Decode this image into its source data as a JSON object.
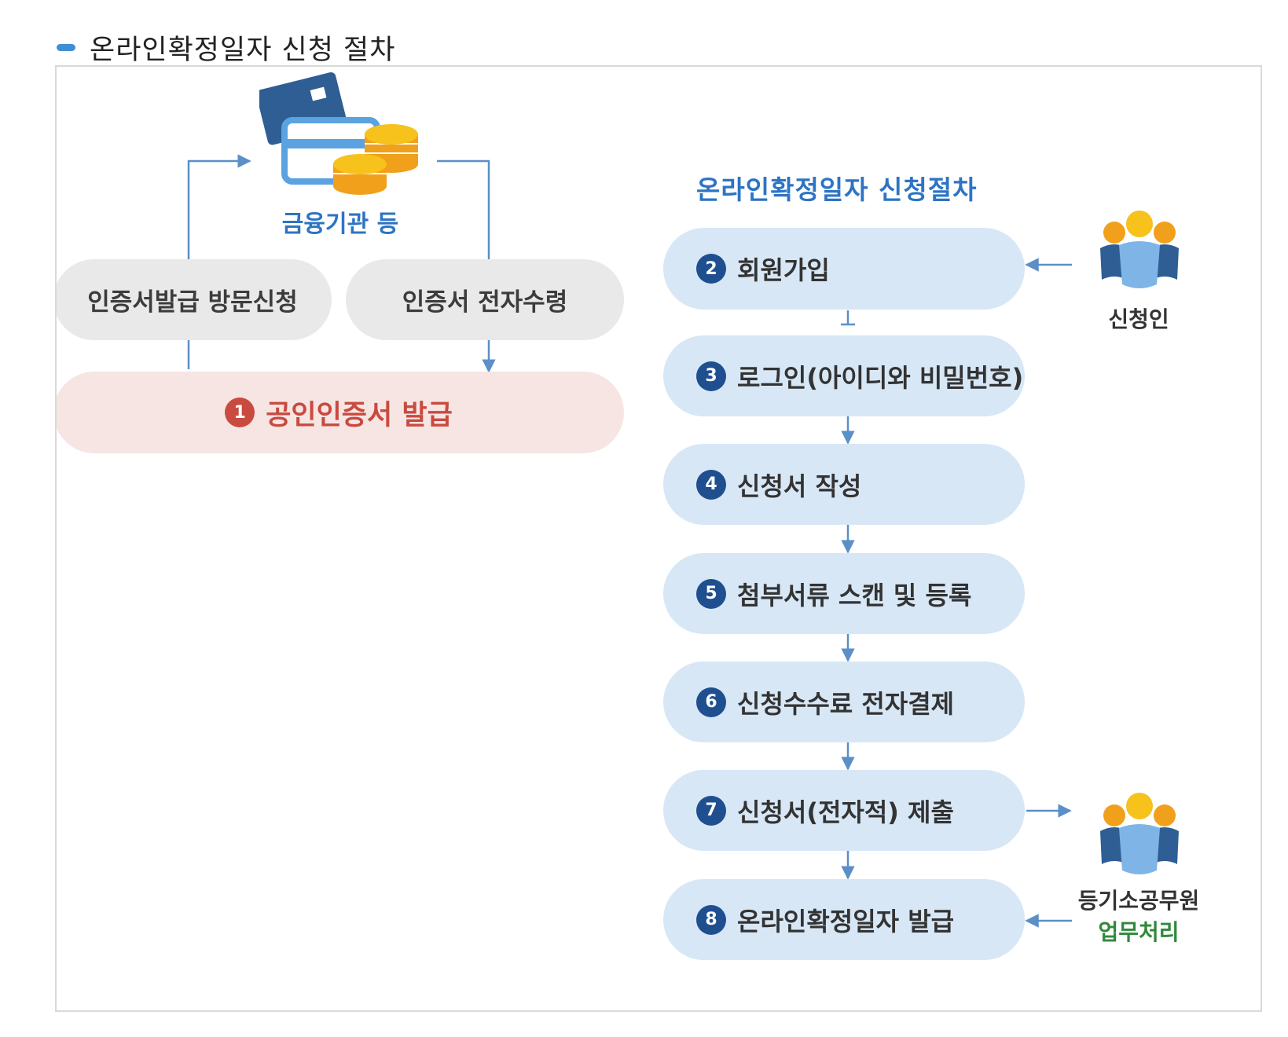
{
  "heading": {
    "title": "온라인확정일자 신청 절차",
    "icon": "blue-dash-bullet"
  },
  "left_section": {
    "institution_label": "금융기관 등",
    "institution_icon": "card-and-coins-icon",
    "visit_request": "인증서발급 방문신청",
    "electronic_receipt": "인증서 전자수령",
    "certificate_issue": {
      "number": "1",
      "label": "공인인증서 발급"
    }
  },
  "right_section": {
    "title": "온라인확정일자 신청절차",
    "steps": [
      {
        "number": "2",
        "label": "회원가입"
      },
      {
        "number": "3",
        "label": "로그인(아이디와 비밀번호)"
      },
      {
        "number": "4",
        "label": "신청서 작성"
      },
      {
        "number": "5",
        "label": "첨부서류 스캔 및 등록"
      },
      {
        "number": "6",
        "label": "신청수수료 전자결제"
      },
      {
        "number": "7",
        "label": "신청서(전자적) 제출"
      },
      {
        "number": "8",
        "label": "온라인확정일자 발급"
      }
    ],
    "applicant": {
      "label": "신청인",
      "icon": "people-group-icon"
    },
    "officer": {
      "label": "등기소공무원",
      "sublabel": "업무처리",
      "icon": "people-group-icon"
    }
  },
  "colors": {
    "step_pill": "#d7e7f6",
    "step_number": "#1f4f8f",
    "grey_pill": "#e9e9e9",
    "pink_pill": "#f6e5e3",
    "red_accent": "#c94a3f",
    "blue_accent": "#2d74c4",
    "green_text": "#2f8a3c",
    "arrow": "#5b8fc7"
  }
}
